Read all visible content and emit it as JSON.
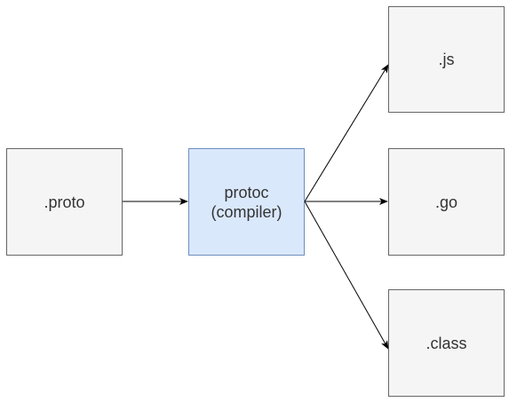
{
  "diagram": {
    "nodes": {
      "proto": {
        "label": ".proto",
        "fill": "#f5f5f5",
        "stroke": "#666666"
      },
      "protoc": {
        "label": "protoc\n(compiler)",
        "fill": "#dae8fc",
        "stroke": "#6c8ebf"
      },
      "js": {
        "label": ".js",
        "fill": "#f5f5f5",
        "stroke": "#666666"
      },
      "go": {
        "label": ".go",
        "fill": "#f5f5f5",
        "stroke": "#666666"
      },
      "class": {
        "label": ".class",
        "fill": "#f5f5f5",
        "stroke": "#666666"
      }
    },
    "edges": [
      {
        "from": "proto",
        "to": "protoc"
      },
      {
        "from": "protoc",
        "to": "js"
      },
      {
        "from": "protoc",
        "to": "go"
      },
      {
        "from": "protoc",
        "to": "class"
      }
    ],
    "edge_color": "#000000"
  }
}
